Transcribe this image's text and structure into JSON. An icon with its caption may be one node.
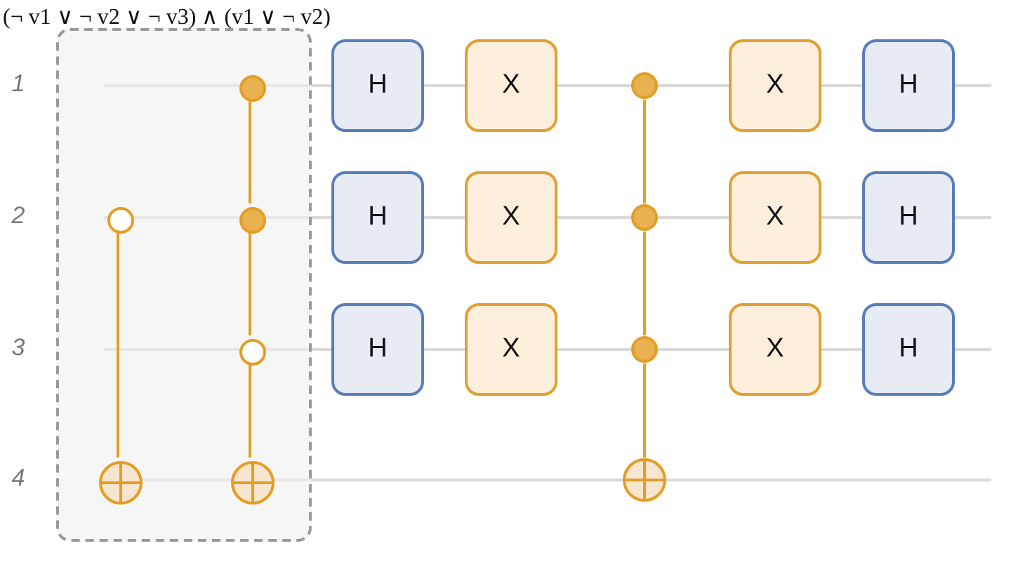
{
  "diagram": {
    "title": "(¬ v1 ∨ ¬ v2 ∨ ¬ v3) ∧ (v1 ∨ ¬ v2)",
    "nodes": [
      {
        "text": [],
        "shape": "box"
      },
      {
        "text": [],
        "shape": "circle",
        "in": 0
      },
      {
        "text": [],
        "shape": "circle",
        "in": 0
      },
      {
        "text": [],
        "shape": "circle",
        "in": 0
      },
      {
        "text": [],
        "shape": "circle",
        "in": 0
      },
      {
        "text": [],
        "shape": "circle",
        "in": 0
      },
      {
        "text": [],
        "shape": "circle",
        "in": 0
      },
      {
        "text": [
          "H"
        ]
      },
      {
        "text": [
          "H"
        ]
      },
      {
        "text": [
          "H"
        ]
      },
      {
        "text": [
          "X"
        ]
      },
      {
        "text": [
          "X"
        ]
      },
      {
        "text": [
          "X"
        ]
      },
      {
        "text": [],
        "shape": "circle"
      },
      {
        "text": [],
        "shape": "circle"
      },
      {
        "text": [],
        "shape": "circle"
      },
      {
        "text": [],
        "shape": "circle"
      },
      {
        "text": [
          "X"
        ]
      },
      {
        "text": [
          "X"
        ]
      },
      {
        "text": [
          "X"
        ]
      },
      {
        "text": [
          "H"
        ]
      },
      {
        "text": [
          "H"
        ]
      },
      {
        "text": [
          "H"
        ]
      }
    ],
    "edges": [
      {
        "from": 1,
        "to": 2,
        "arrow": "none"
      },
      {
        "from": 3,
        "to": 4,
        "arrow": "none"
      },
      {
        "from": 4,
        "to": 5,
        "arrow": "none"
      },
      {
        "from": 5,
        "to": 6,
        "arrow": "none"
      },
      {
        "from": 13,
        "to": 14,
        "arrow": "none"
      },
      {
        "from": 14,
        "to": 15,
        "arrow": "none"
      },
      {
        "from": 15,
        "to": 16,
        "arrow": "none"
      }
    ],
    "labels": [
      "1",
      "2",
      "3",
      "4"
    ]
  }
}
